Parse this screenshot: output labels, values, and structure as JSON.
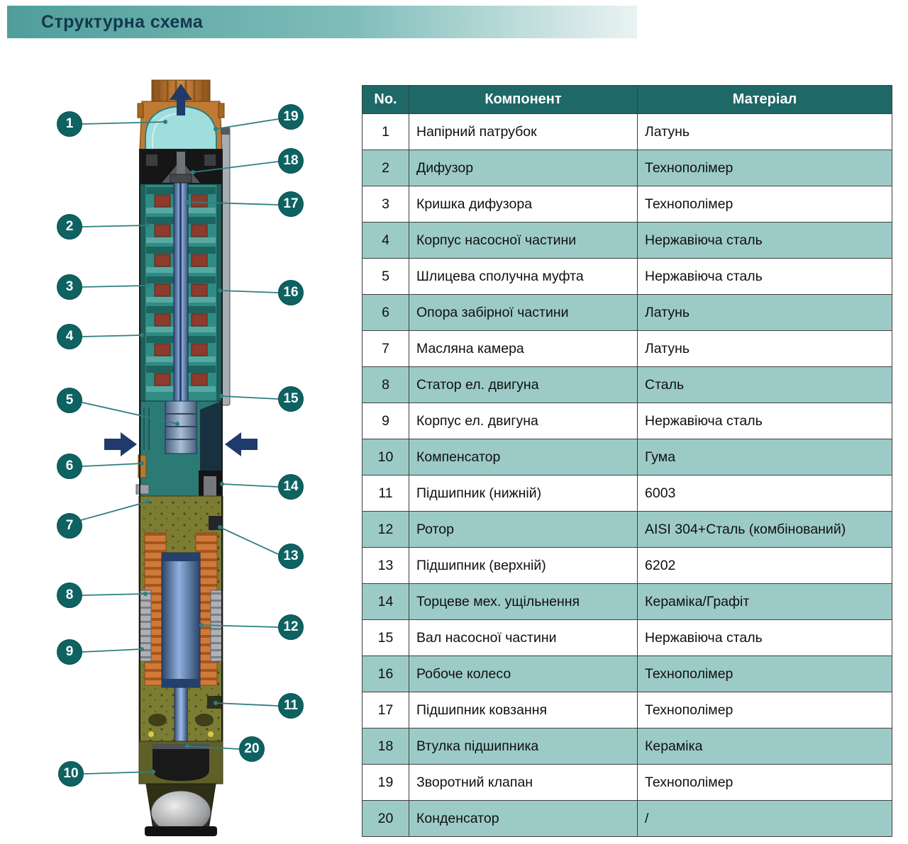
{
  "page": {
    "title": "Структурна схема"
  },
  "colors": {
    "banner_teal": "#4F9E9B",
    "table_header_teal": "#1E6867",
    "row_alt_teal": "#9CCBC7",
    "callout_teal": "#0E6262",
    "leader_line_teal": "#2E7F7F",
    "flow_arrow_navy": "#203A6B"
  },
  "icons": {
    "flow_up_arrow": "▲",
    "flow_inlet_left_arrow": "▶",
    "flow_inlet_right_arrow": "◀"
  },
  "callouts": [
    {
      "label": "1"
    },
    {
      "label": "2"
    },
    {
      "label": "3"
    },
    {
      "label": "4"
    },
    {
      "label": "5"
    },
    {
      "label": "6"
    },
    {
      "label": "7"
    },
    {
      "label": "8"
    },
    {
      "label": "9"
    },
    {
      "label": "10"
    },
    {
      "label": "11"
    },
    {
      "label": "12"
    },
    {
      "label": "13"
    },
    {
      "label": "14"
    },
    {
      "label": "15"
    },
    {
      "label": "16"
    },
    {
      "label": "17"
    },
    {
      "label": "18"
    },
    {
      "label": "19"
    },
    {
      "label": "20"
    }
  ],
  "table": {
    "headers": {
      "no": "No.",
      "component": "Компонент",
      "material": "Матеріал"
    },
    "rows": [
      {
        "no": "1",
        "component": "Напірний патрубок",
        "material": "Латунь"
      },
      {
        "no": "2",
        "component": "Дифузор",
        "material": "Технополімер"
      },
      {
        "no": "3",
        "component": "Кришка дифузора",
        "material": "Технополімер"
      },
      {
        "no": "4",
        "component": "Корпус насосної частини",
        "material": "Нержавіюча сталь"
      },
      {
        "no": "5",
        "component": "Шлицева сполучна муфта",
        "material": "Нержавіюча сталь"
      },
      {
        "no": "6",
        "component": "Опора забірної частини",
        "material": "Латунь"
      },
      {
        "no": "7",
        "component": "Масляна камера",
        "material": "Латунь"
      },
      {
        "no": "8",
        "component": "Статор ел. двигуна",
        "material": "Сталь"
      },
      {
        "no": "9",
        "component": "Корпус ел. двигуна",
        "material": "Нержавіюча сталь"
      },
      {
        "no": "10",
        "component": "Компенсатор",
        "material": "Гума"
      },
      {
        "no": "11",
        "component": "Підшипник (нижній)",
        "material": "6003"
      },
      {
        "no": "12",
        "component": "Ротор",
        "material": "AISI 304+Сталь (комбінований)"
      },
      {
        "no": "13",
        "component": "Підшипник (верхній)",
        "material": "6202"
      },
      {
        "no": "14",
        "component": "Торцеве мех. ущільнення",
        "material": "Кераміка/Графіт"
      },
      {
        "no": "15",
        "component": "Вал насосної частини",
        "material": "Нержавіюча сталь"
      },
      {
        "no": "16",
        "component": "Робоче колесо",
        "material": "Технополімер"
      },
      {
        "no": "17",
        "component": "Підшипник ковзання",
        "material": "Технополімер"
      },
      {
        "no": "18",
        "component": "Втулка підшипника",
        "material": "Кераміка"
      },
      {
        "no": "19",
        "component": "Зворотний клапан",
        "material": "Технополімер"
      },
      {
        "no": "20",
        "component": "Конденсатор",
        "material": "/"
      }
    ]
  }
}
